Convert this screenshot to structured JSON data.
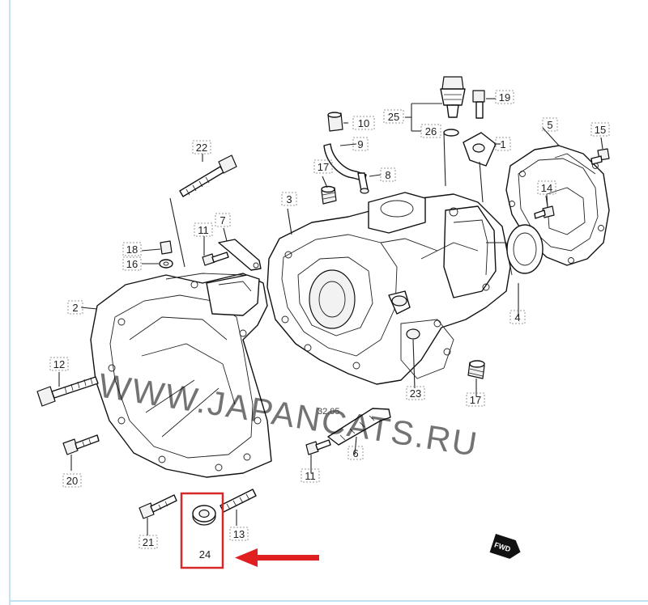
{
  "diagram": {
    "watermark": "WWW.JAPANCATS.RU",
    "stamp": "32.05",
    "fwd_label": "FWD",
    "highlight_color": "#d62828",
    "arrow_color": "#e02020",
    "labels": {
      "p1": "1",
      "p2": "2",
      "p3": "3",
      "p4": "4",
      "p5": "5",
      "p6": "6",
      "p7": "7",
      "p8": "8",
      "p9": "9",
      "p10": "10",
      "p11a": "11",
      "p11b": "11",
      "p12": "12",
      "p13": "13",
      "p14": "14",
      "p15": "15",
      "p16": "16",
      "p17a": "17",
      "p17b": "17",
      "p18": "18",
      "p19": "19",
      "p20": "20",
      "p21": "21",
      "p22": "22",
      "p23": "23",
      "p24": "24",
      "p25": "25",
      "p26": "26"
    }
  }
}
